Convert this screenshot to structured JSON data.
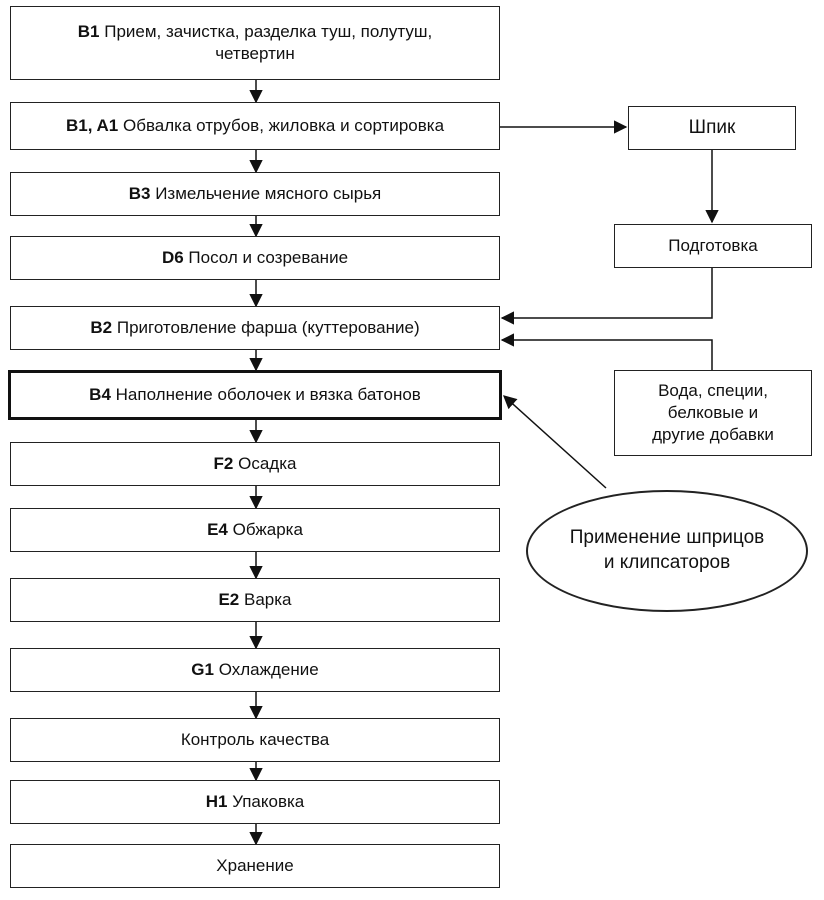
{
  "main_steps": [
    {
      "code": "B1",
      "label": "Прием, зачистка, разделка туш, полутуш,",
      "label2": "четвертин"
    },
    {
      "code": "B1, A1",
      "label": "Обвалка отрубов, жиловка и сортировка"
    },
    {
      "code": "B3",
      "label": "Измельчение мясного сырья"
    },
    {
      "code": "D6",
      "label": "Посол и созревание"
    },
    {
      "code": "B2",
      "label": "Приготовление фарша (куттерование)"
    },
    {
      "code": "B4",
      "label": "Наполнение оболочек и вязка батонов"
    },
    {
      "code": "F2",
      "label": "Осадка"
    },
    {
      "code": "E4",
      "label": "Обжарка"
    },
    {
      "code": "E2",
      "label": "Варка"
    },
    {
      "code": "G1",
      "label": "Охлаждение"
    },
    {
      "code": "",
      "label": "Контроль качества"
    },
    {
      "code": "H1",
      "label": "Упаковка"
    },
    {
      "code": "",
      "label": "Хранение"
    }
  ],
  "side_nodes": {
    "shpik": "Шпик",
    "podgotovka": "Подготовка",
    "additives": "Вода, специи,\nбелковые и\nдругие добавки",
    "application": "Применение шприцов\nи клипсаторов"
  }
}
